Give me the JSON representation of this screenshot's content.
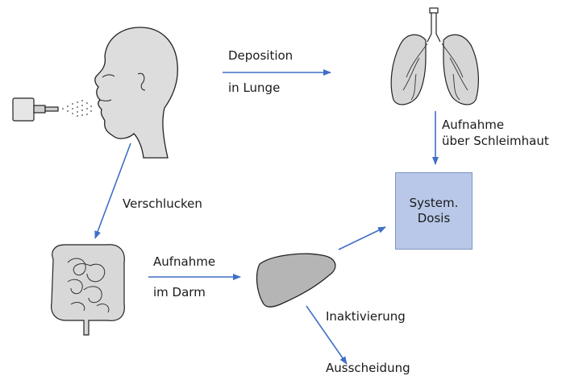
{
  "colors": {
    "arrow": "#3f6fc6",
    "system_box_fill": "#b9c8e8",
    "organ_fill": "#dcdcdc",
    "outline": "#222222"
  },
  "icons": [
    "inhaler-icon",
    "head-profile-icon",
    "lungs-icon",
    "intestine-icon",
    "liver-icon"
  ],
  "labels": {
    "deposition": "Deposition",
    "in_lunge": "in Lunge",
    "aufnahme_schleimhaut_1": "Aufnahme",
    "aufnahme_schleimhaut_2": "über Schleimhaut",
    "verschlucken": "Verschlucken",
    "aufnahme_darm_1": "Aufnahme",
    "aufnahme_darm_2": "im Darm",
    "inaktivierung": "Inaktivierung",
    "ausscheidung": "Ausscheidung"
  },
  "system_box": {
    "line1": "System.",
    "line2": "Dosis"
  }
}
